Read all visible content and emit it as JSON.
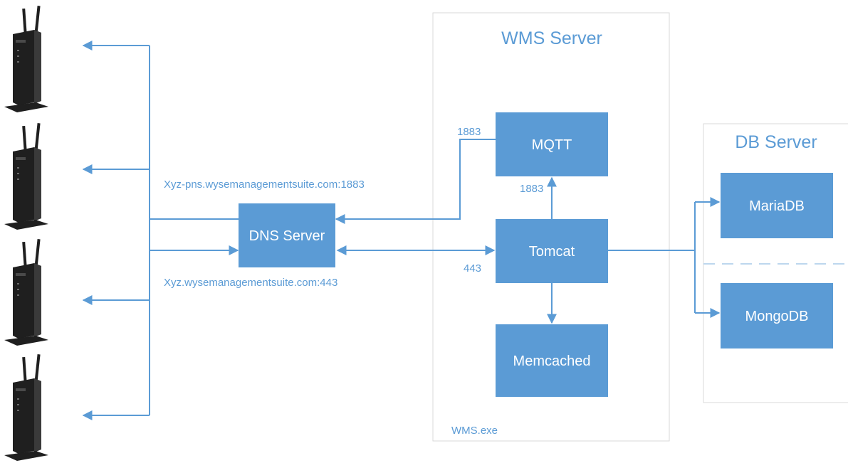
{
  "colors": {
    "accent": "#5b9bd5",
    "box_fill": "#5b9bd5",
    "box_text": "#ffffff",
    "container_border": "#d9d9d9",
    "device_body": "#1f1f1f",
    "divider": "#bdd7ee"
  },
  "devices": {
    "count": 4,
    "icon": "thin-client-device-icon"
  },
  "wms_server": {
    "title": "WMS Server",
    "footer": "WMS.exe",
    "components": {
      "mqtt": "MQTT",
      "tomcat": "Tomcat",
      "memcached": "Memcached"
    }
  },
  "db_server": {
    "title": "DB Server",
    "components": {
      "mariadb": "MariaDB",
      "mongodb": "MongoDB"
    }
  },
  "dns_server": {
    "label": "DNS Server"
  },
  "urls": {
    "pns": "Xyz-pns.wysemanagementsuite.com:1883",
    "main": "Xyz.wysemanagementsuite.com:443"
  },
  "ports": {
    "mqtt_in": "1883",
    "mqtt_tomcat": "1883",
    "tomcat_in": "443"
  }
}
